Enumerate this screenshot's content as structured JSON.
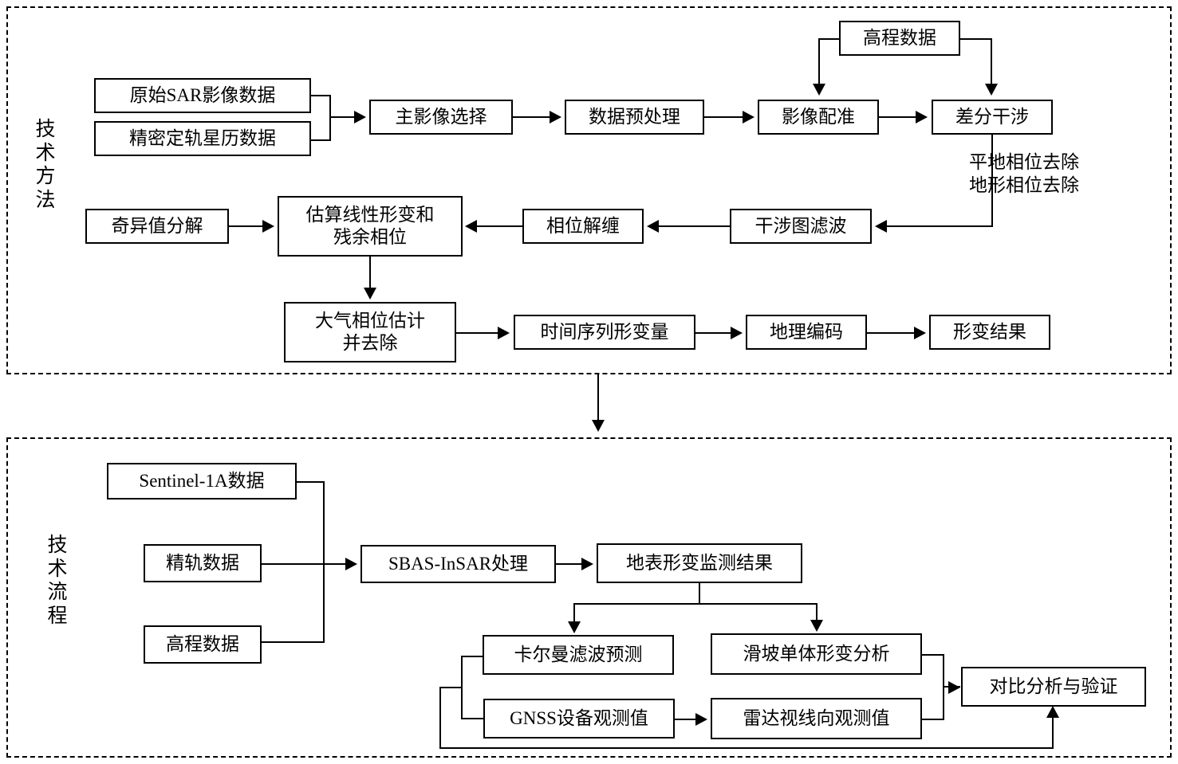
{
  "figure": {
    "type": "flowchart",
    "sections": [
      {
        "id": "methods",
        "label": "技\n术\n方\n法",
        "nodes": [
          {
            "id": "raw_sar",
            "label": "原始SAR影像数据"
          },
          {
            "id": "precise_orbit",
            "label": "精密定轨星历数据"
          },
          {
            "id": "master_select",
            "label": "主影像选择"
          },
          {
            "id": "preprocess",
            "label": "数据预处理"
          },
          {
            "id": "dem_top",
            "label": "高程数据"
          },
          {
            "id": "coregister",
            "label": "影像配准"
          },
          {
            "id": "dinsar",
            "label": "差分干涉"
          },
          {
            "id": "svd",
            "label": "奇异值分解"
          },
          {
            "id": "estimate",
            "label": "估算线性形变和\n残余相位"
          },
          {
            "id": "unwrap",
            "label": "相位解缠"
          },
          {
            "id": "filtering",
            "label": "干涉图滤波"
          },
          {
            "id": "atmos",
            "label": "大气相位估计\n并去除"
          },
          {
            "id": "timeseries",
            "label": "时间序列形变量"
          },
          {
            "id": "geocode",
            "label": "地理编码"
          },
          {
            "id": "result",
            "label": "形变结果"
          }
        ],
        "annotations": [
          {
            "id": "phase_removal",
            "label": "平地相位去除\n地形相位去除"
          }
        ]
      },
      {
        "id": "workflow",
        "label": "技\n术\n流\n程",
        "nodes": [
          {
            "id": "sentinel",
            "label": "Sentinel-1A数据"
          },
          {
            "id": "orbit",
            "label": "精轨数据"
          },
          {
            "id": "dem_bottom",
            "label": "高程数据"
          },
          {
            "id": "sbas",
            "label": "SBAS-InSAR处理"
          },
          {
            "id": "monitor",
            "label": "地表形变监测结果"
          },
          {
            "id": "kalman",
            "label": "卡尔曼滤波预测"
          },
          {
            "id": "landslide",
            "label": "滑坡单体形变分析"
          },
          {
            "id": "gnss",
            "label": "GNSS设备观测值"
          },
          {
            "id": "los",
            "label": "雷达视线向观测值"
          },
          {
            "id": "compare",
            "label": "对比分析与验证"
          }
        ]
      }
    ]
  },
  "colors": {
    "stroke": "#000000",
    "fill": "#ffffff",
    "text": "#000000"
  }
}
